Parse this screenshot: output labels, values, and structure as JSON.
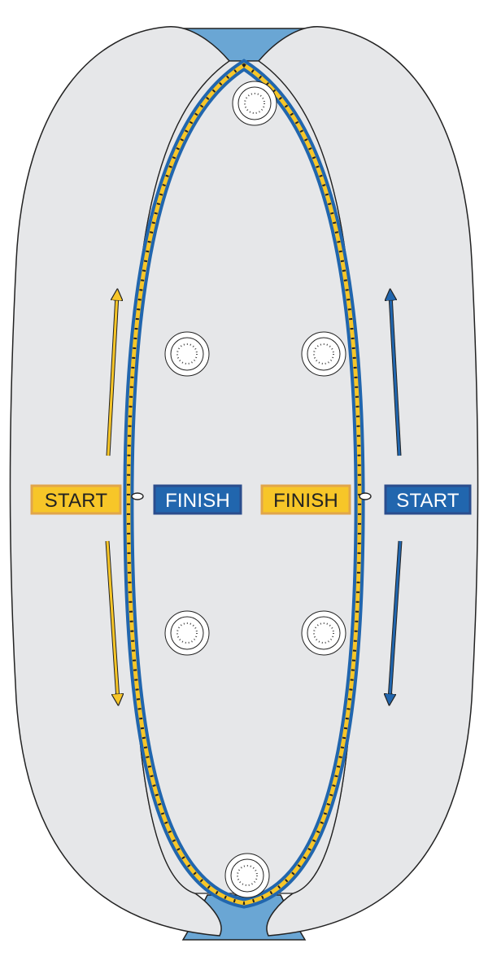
{
  "labels": {
    "left_start": "START",
    "left_finish": "FINISH",
    "right_finish": "FINISH",
    "right_start": "START"
  },
  "colors": {
    "yellow": "#F7C628",
    "yellow_border": "#E1A54B",
    "blue": "#2166AE",
    "blue_light": "#6AA6D4",
    "panel": "#E6E7E9",
    "white": "#FFFFFF"
  },
  "icons": [
    "drain-hole-icon",
    "drain-hole-icon",
    "drain-hole-icon",
    "drain-hole-icon",
    "drain-hole-icon",
    "drain-hole-icon"
  ]
}
